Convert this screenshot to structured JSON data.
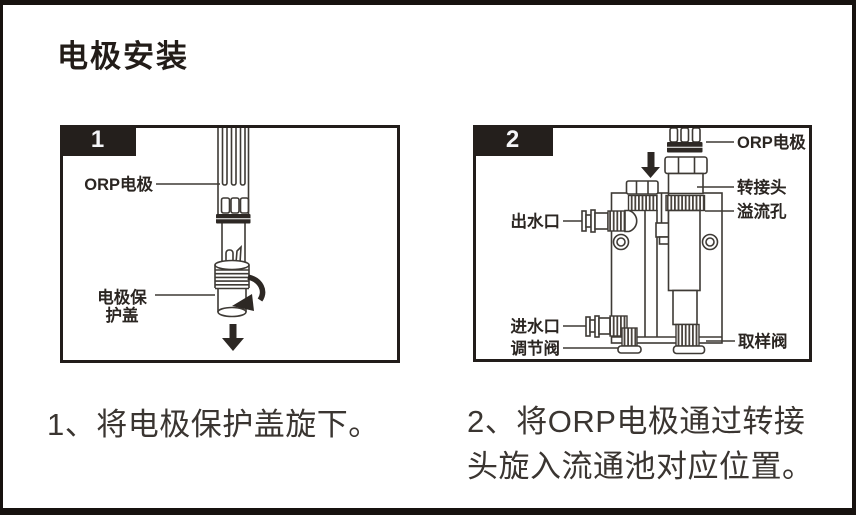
{
  "title": "电极安装",
  "colors": {
    "frame": "#17120f",
    "panel_border": "#221d1a",
    "tab_background": "#241f1c",
    "tab_text": "#f4f5f8",
    "diagram_line": "#3e3a35",
    "diagram_dark_fill": "#2d2824",
    "label_text": "#2b2622",
    "caption_text": "#3a3531",
    "title_text": "#221c18"
  },
  "step1": {
    "number": "1",
    "caption": "1、将电极保护盖旋下。",
    "labels": {
      "electrode": "ORP电极",
      "protective_cap_line1": "电极保",
      "protective_cap_line2": "护盖"
    }
  },
  "step2": {
    "number": "2",
    "caption_line1": "2、将ORP电极通过转接",
    "caption_line2": "头旋入流通池对应位置。",
    "labels": {
      "electrode": "ORP电极",
      "adapter": "转接头",
      "overflow_hole": "溢流孔",
      "water_outlet": "出水口",
      "water_inlet": "进水口",
      "regulating_valve": "调节阀",
      "sampling_valve": "取样阀"
    }
  }
}
